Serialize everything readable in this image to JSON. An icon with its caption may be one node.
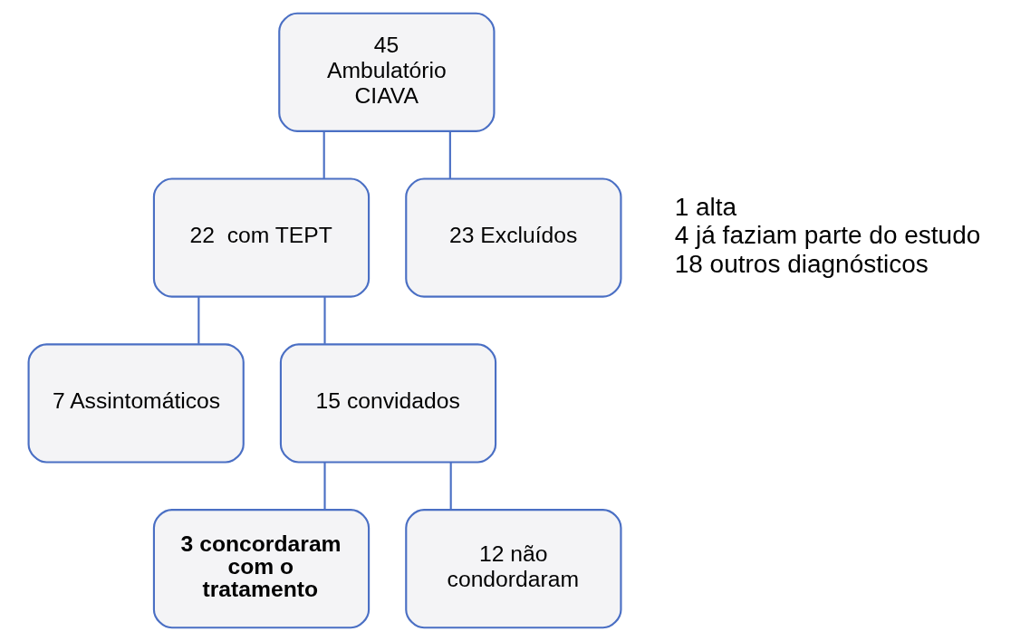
{
  "diagram": {
    "nodes": [
      {
        "text": [
          "45 Ambulatório CIAVA"
        ]
      },
      {
        "text": [
          "22  com TEPT"
        ]
      },
      {
        "text": [
          "23 Excluídos"
        ],
        "beside": [
          "1 alta",
          "4 já faziam parte do estudo",
          "18 outros diagnósticos"
        ]
      },
      {
        "text": [
          "7 Assintomáticos"
        ]
      },
      {
        "text": [
          "15 convidados"
        ]
      },
      {
        "text": [
          "3 concordaram com o tratamento"
        ]
      },
      {
        "text": [
          "12 não condordaram"
        ]
      }
    ],
    "edges": [
      {
        "from": 0,
        "to": 1,
        "arrow": "none"
      },
      {
        "from": 0,
        "to": 2,
        "arrow": "none"
      },
      {
        "from": 1,
        "to": 3,
        "arrow": "none"
      },
      {
        "from": 1,
        "to": 4,
        "arrow": "none"
      },
      {
        "from": 4,
        "to": 5,
        "arrow": "none"
      },
      {
        "from": 4,
        "to": 6,
        "arrow": "none"
      }
    ]
  }
}
